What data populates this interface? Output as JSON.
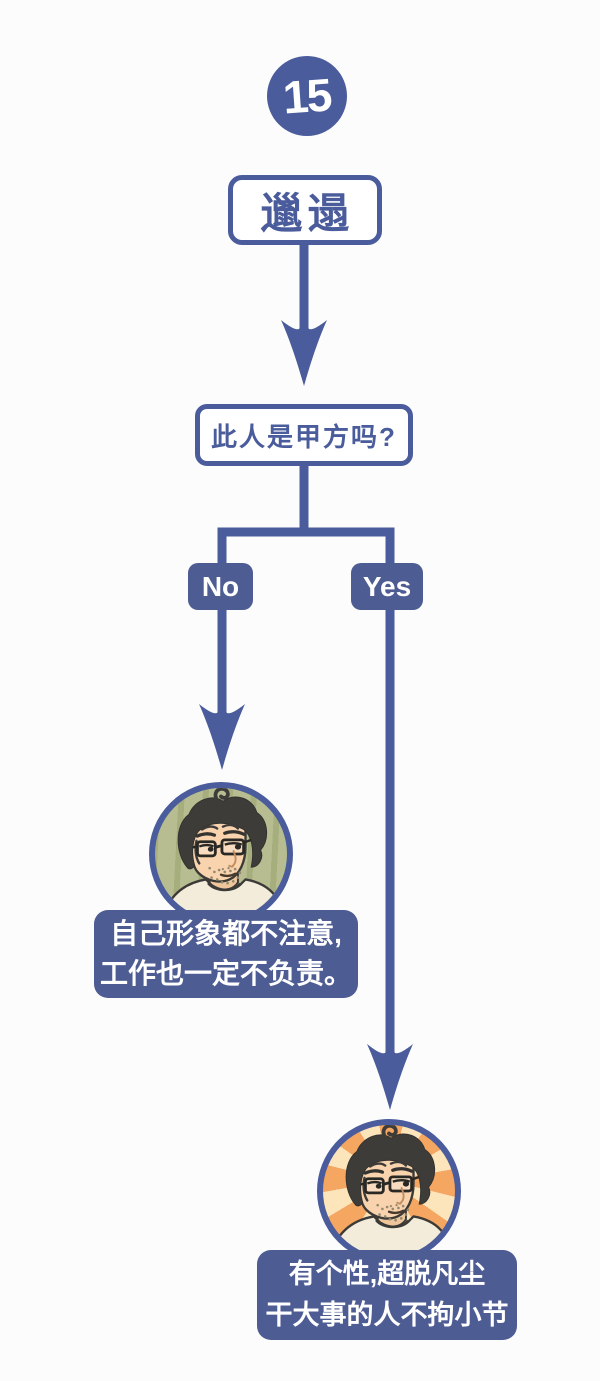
{
  "page": {
    "type": "flowchart-comic",
    "number_badge": "15"
  },
  "flowchart": {
    "title": "邋遢",
    "question": "此人是甲方吗?",
    "branches": {
      "no": {
        "label": "No",
        "avatar": "unkempt-man-green-background",
        "caption_line1": "自己形象都不注意,",
        "caption_line2": "工作也一定不负责。"
      },
      "yes": {
        "label": "Yes",
        "avatar": "unkempt-man-orange-sunburst-background",
        "caption_line1": "有个性,超脱凡尘",
        "caption_line2": "干大事的人不拘小节"
      }
    }
  },
  "colors": {
    "flow_blue": "#4a5c9b",
    "filled_box_blue": "#4d5c93",
    "background": "#fcfcfc",
    "avatar_green_bg": "#b7bd90",
    "sunburst_orange": "#f5a660",
    "sunburst_cream": "#fce4bb"
  }
}
